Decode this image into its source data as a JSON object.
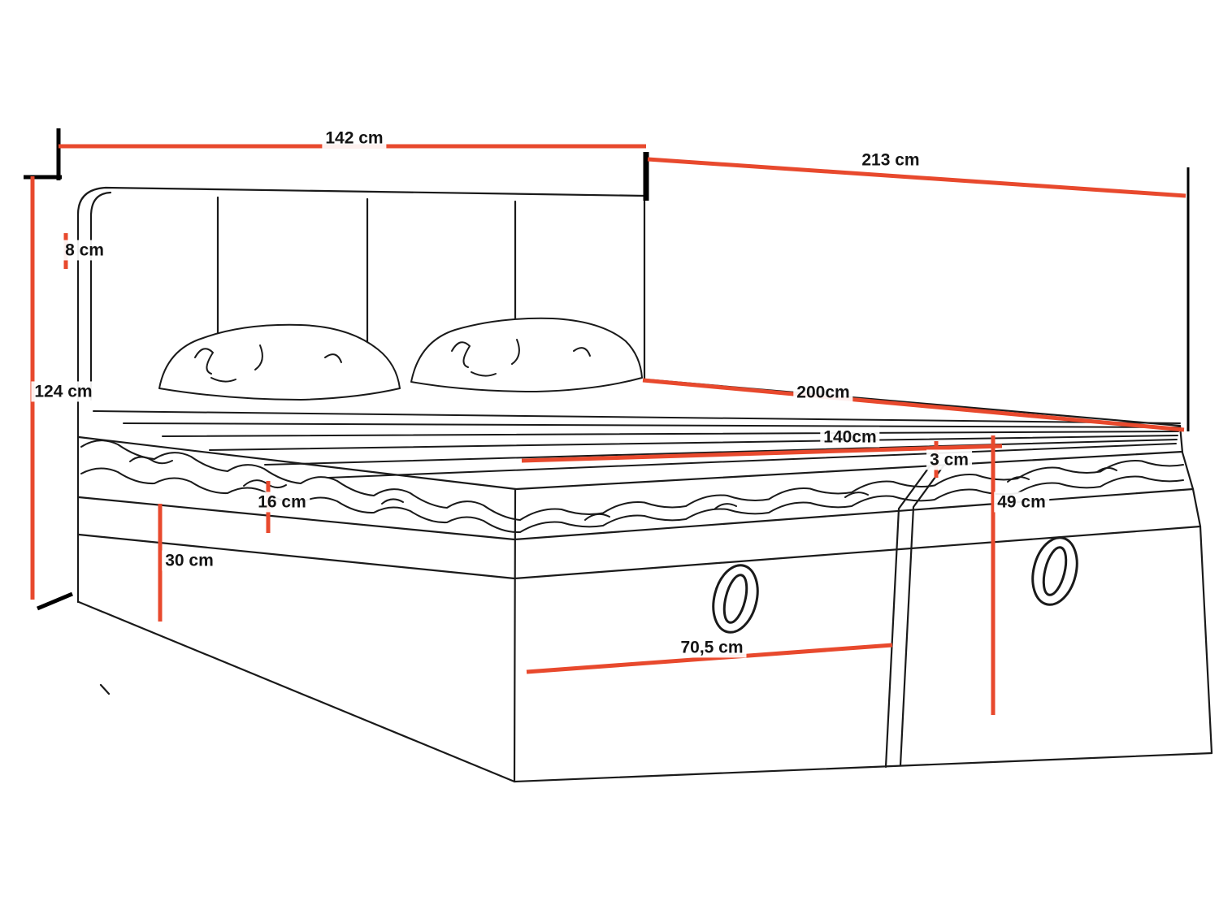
{
  "diagram": {
    "subject": "boxspring-bed-dimension-drawing"
  },
  "colors": {
    "dimension_line": "#E8492D",
    "drawing_line": "#1a1a1a",
    "tick_line": "#000000",
    "background": "#ffffff"
  },
  "labels": {
    "headboard_width": "142 cm",
    "total_depth": "213 cm",
    "headboard_thickness": "8 cm",
    "total_height": "124 cm",
    "mattress_length": "200cm",
    "mattress_width": "140cm",
    "gap": "3 cm",
    "topbox_height": "16 cm",
    "base_height": "49 cm",
    "drawer_height": "30 cm",
    "drawer_width": "70,5 cm"
  }
}
